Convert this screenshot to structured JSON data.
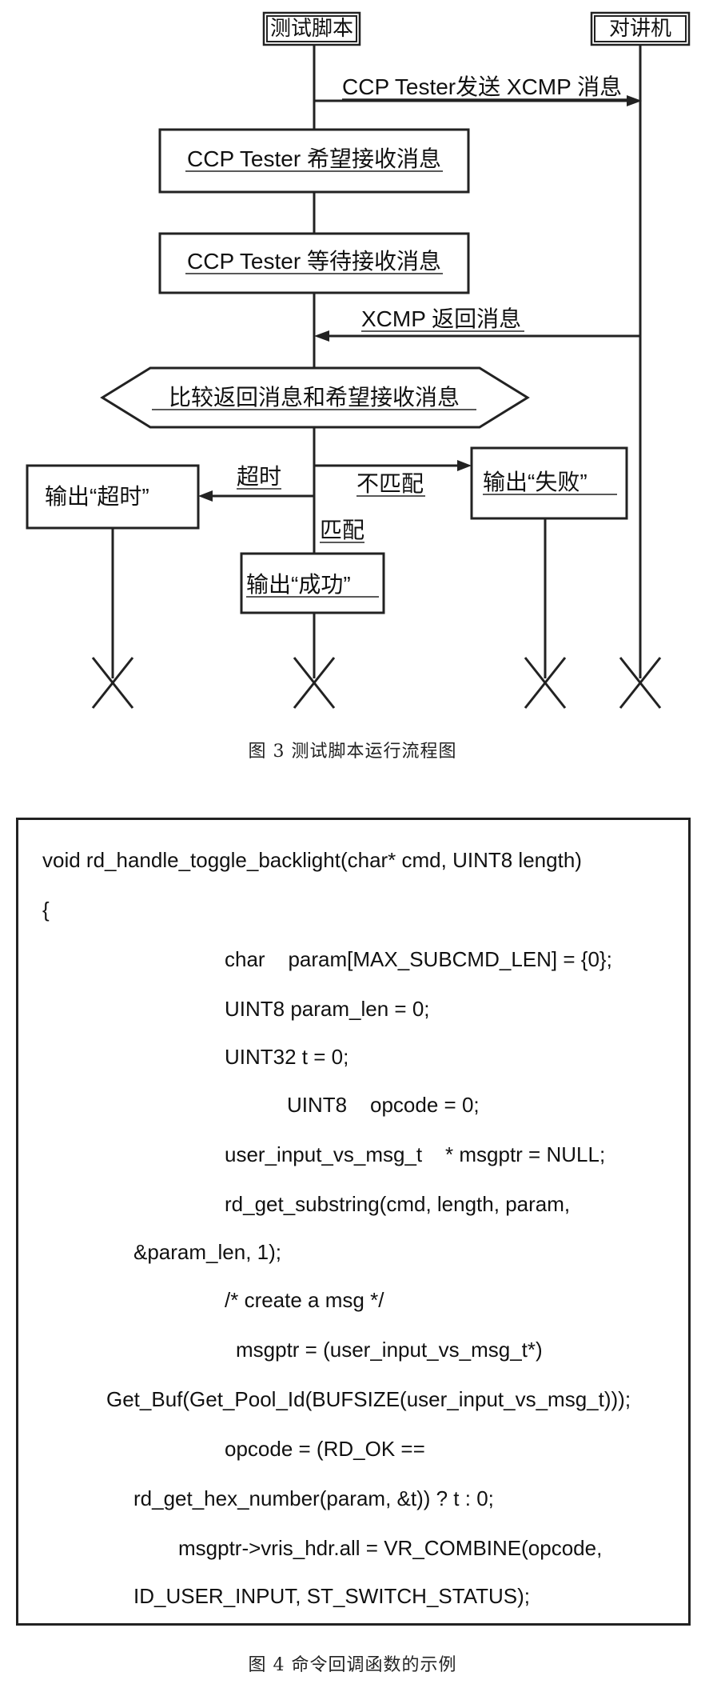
{
  "figure3": {
    "lifelines": {
      "script": "测试脚本",
      "radio": "对讲机"
    },
    "messages": {
      "send": "CCP Tester发送 XCMP 消息",
      "expect": "CCP Tester 希望接收消息",
      "wait": "CCP Tester 等待接收消息",
      "return": "XCMP 返回消息",
      "compare": "比较返回消息和希望接收消息"
    },
    "branches": {
      "timeout": "超时",
      "mismatch": "不匹配",
      "match": "匹配"
    },
    "outputs": {
      "timeout": "输出“超时”",
      "fail": "输出“失败”",
      "success": "输出“成功”"
    },
    "caption": "图 3 测试脚本运行流程图"
  },
  "figure4": {
    "code_lines": [
      "void rd_handle_toggle_backlight(char* cmd, UINT8 length)",
      "{",
      "char    param[MAX_SUBCMD_LEN] = {0};",
      "UINT8 param_len = 0;",
      "UINT32 t = 0;",
      "UINT8    opcode = 0;",
      "user_input_vs_msg_t    * msgptr = NULL;",
      "rd_get_substring(cmd, length, param,",
      "&param_len, 1);",
      "/* create a msg */",
      "msgptr = (user_input_vs_msg_t*)",
      "Get_Buf(Get_Pool_Id(BUFSIZE(user_input_vs_msg_t)));",
      "opcode = (RD_OK ==",
      "rd_get_hex_number(param, &t)) ? t : 0;",
      "msgptr->vris_hdr.all = VR_COMBINE(opcode,",
      "ID_USER_INPUT, ST_SWITCH_STATUS);"
    ],
    "caption": "图 4 命令回调函数的示例"
  }
}
